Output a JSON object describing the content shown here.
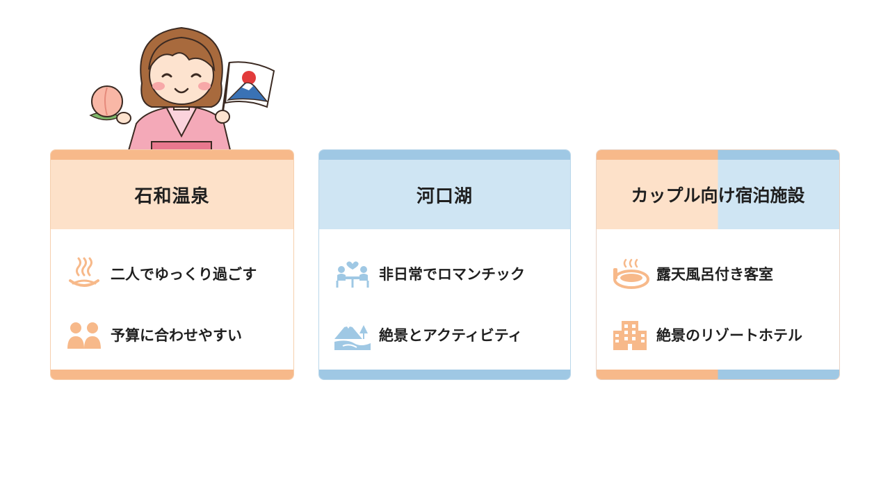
{
  "colors": {
    "peach": "#f7b98a",
    "peach_light": "#fde1c9",
    "blue": "#9fc8e4",
    "blue_light": "#cfe5f3"
  },
  "mascot": {
    "icon": "girl-with-peach-and-mount-fuji-flag"
  },
  "cards": [
    {
      "title": "石和温泉",
      "items": [
        {
          "icon": "hot-spring-icon",
          "label": "二人でゆっくり過ごす"
        },
        {
          "icon": "two-people-icon",
          "label": "予算に合わせやすい"
        }
      ]
    },
    {
      "title": "河口湖",
      "items": [
        {
          "icon": "romantic-dinner-icon",
          "label": "非日常でロマンチック"
        },
        {
          "icon": "mountain-lake-icon",
          "label": "絶景とアクティビティ"
        }
      ]
    },
    {
      "title": "カップル向け宿泊施設",
      "items": [
        {
          "icon": "open-air-bath-icon",
          "label": "露天風呂付き客室"
        },
        {
          "icon": "resort-hotel-icon",
          "label": "絶景のリゾートホテル"
        }
      ]
    }
  ]
}
